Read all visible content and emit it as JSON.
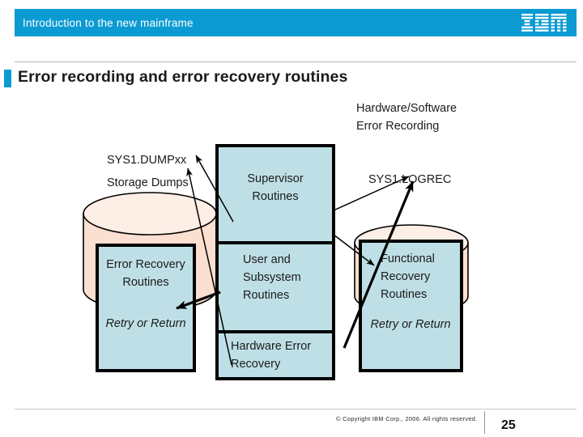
{
  "header": {
    "title": "Introduction to the new mainframe",
    "logo_alt": "IBM",
    "bar_color": "#0b9bd2"
  },
  "slide": {
    "title": "Error recording and error recovery routines",
    "marker_color": "#0b9bd2"
  },
  "diagram": {
    "colors": {
      "cylinder_fill": "#fbdfd0",
      "cylinder_top_fill": "#fdeee6",
      "box_fill": "#bfdfe6",
      "stroke": "#000000"
    },
    "cylinders": [
      {
        "id": "dump-dataset",
        "line1": "SYS1.DUMPxx",
        "line2": "Storage Dumps"
      },
      {
        "id": "logrec-dataset",
        "caption_line1": "Hardware/Software",
        "caption_line2": "Error Recording",
        "line1": "SYS1.LOGREC"
      }
    ],
    "boxes": [
      {
        "id": "error-recovery-routines",
        "lines": [
          "Error Recovery",
          "Routines"
        ],
        "italic_line": "Retry or Return"
      },
      {
        "id": "supervisor-routines",
        "lines": [
          "Supervisor",
          "Routines"
        ]
      },
      {
        "id": "user-subsystem-routines",
        "lines": [
          "User and",
          "Subsystem",
          "Routines"
        ]
      },
      {
        "id": "hardware-error-recovery",
        "lines": [
          "Hardware Error",
          "Recovery"
        ]
      },
      {
        "id": "functional-recovery-routines",
        "lines": [
          "Functional",
          "Recovery",
          "Routines"
        ],
        "italic_line": "Retry or Return"
      }
    ]
  },
  "footer": {
    "copyright": "© Copyright IBM Corp., 2006. All rights reserved.",
    "page_number": "25"
  }
}
